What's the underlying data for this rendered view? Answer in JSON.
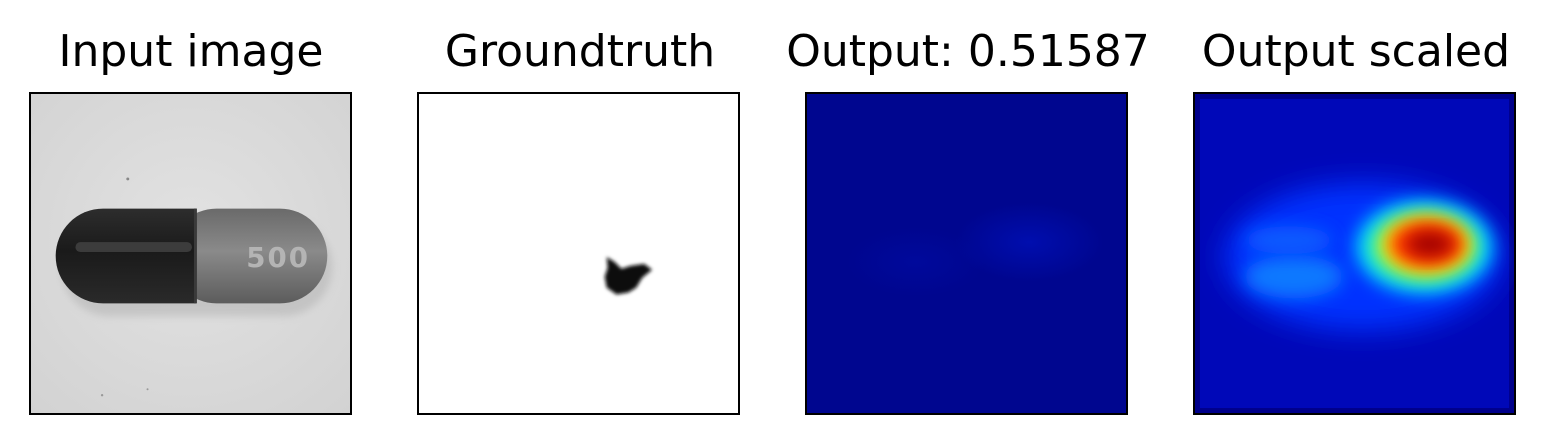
{
  "figure": {
    "panels": [
      {
        "title": "Input image"
      },
      {
        "title": "Groundtruth"
      },
      {
        "title": "Output: 0.51587"
      },
      {
        "title": "Output scaled"
      }
    ],
    "capsule_imprint": "500",
    "colormap": "jet",
    "colors": {
      "background": "#ffffff",
      "frame": "#000000",
      "photo_background": "#dcdcdc",
      "output_base": "#00068f",
      "scaled_base": "#0008b8"
    }
  }
}
